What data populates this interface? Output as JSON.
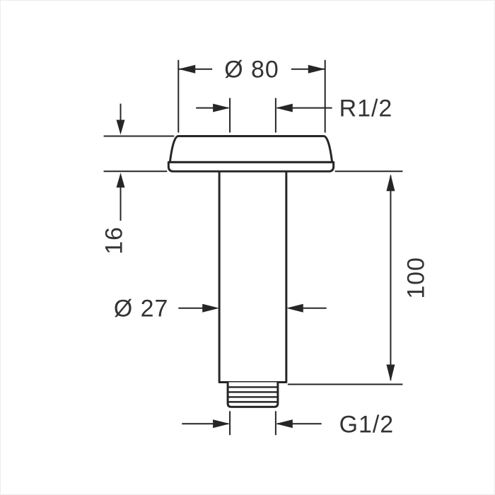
{
  "drawing": {
    "title": "technical-dimension-drawing-ceiling-connector",
    "labels": {
      "top_diameter": "Ø 80",
      "top_thread": "R1/2",
      "flange_height": "16",
      "arm_length": "100",
      "pipe_diameter": "Ø 27",
      "bottom_thread": "G1/2"
    },
    "colors": {
      "line": "#262626",
      "text": "#333333",
      "background": "#ffffff"
    }
  }
}
